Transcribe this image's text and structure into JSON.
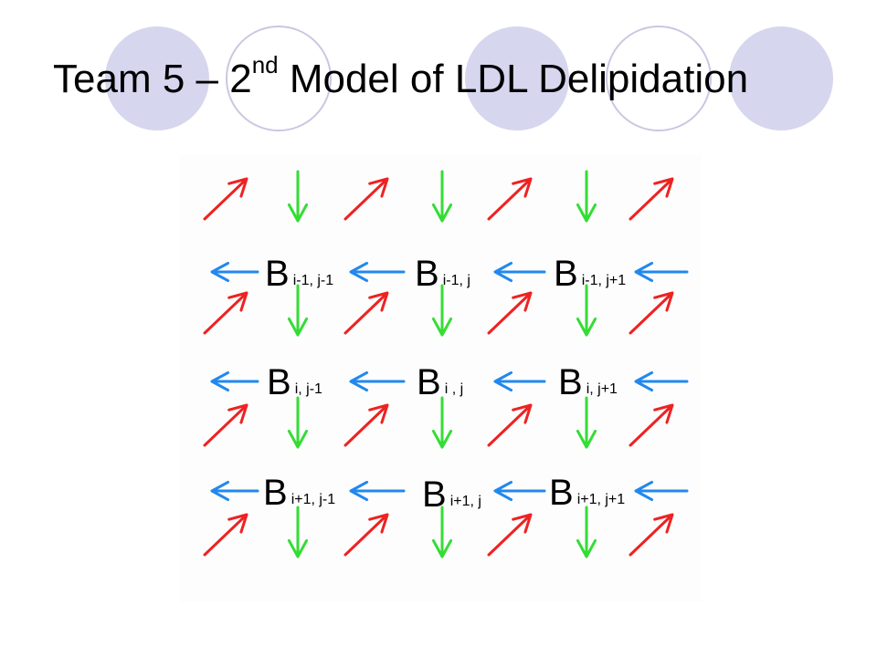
{
  "slide": {
    "title_main": "Team 5 – 2",
    "title_sup": "nd",
    "title_rest": " Model of LDL Delipidation"
  },
  "colors": {
    "decor_circle": "#d6d6ee",
    "diagonal_arrow": "#ee2222",
    "down_arrow": "#33dd33",
    "left_arrow": "#2288ee",
    "text": "#000000"
  },
  "figure": {
    "nodes": [
      {
        "letter": "B",
        "sub": "i-1, j-1"
      },
      {
        "letter": "B",
        "sub": "i-1, j"
      },
      {
        "letter": "B",
        "sub": "i-1, j+1"
      },
      {
        "letter": "B",
        "sub": "i, j-1"
      },
      {
        "letter": "B",
        "sub": "i , j"
      },
      {
        "letter": "B",
        "sub": "i, j+1"
      },
      {
        "letter": "B",
        "sub": "i+1, j-1"
      },
      {
        "letter": "B",
        "sub": "i+1, j"
      },
      {
        "letter": "B",
        "sub": "i+1, j+1"
      }
    ]
  }
}
